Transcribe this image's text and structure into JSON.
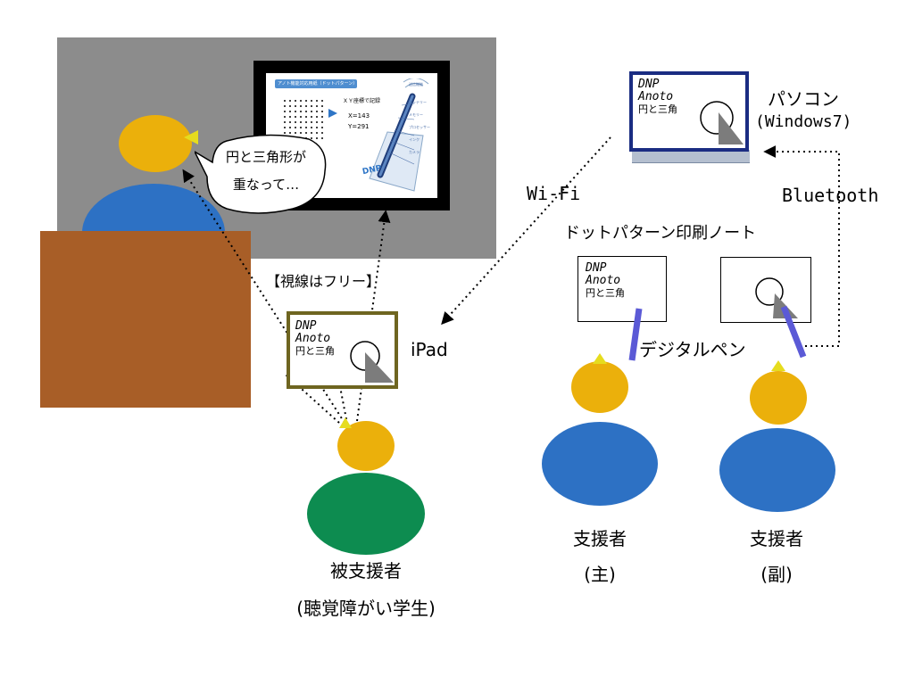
{
  "speech_bubble": {
    "line1": "円と三角形が",
    "line2": "重なって…"
  },
  "gaze_free_label": "【視線はフリー】",
  "ipad": {
    "label": "iPad",
    "note_lines": [
      "DNP",
      "Anoto",
      "円と三角"
    ]
  },
  "pc": {
    "title": "パソコン",
    "os": "(Windows7)",
    "note_lines": [
      "DNP",
      "Anoto",
      "円と三角"
    ]
  },
  "wifi_label": "Wi-Fi",
  "bluetooth_label": "Bluetooth",
  "dot_pattern_label": "ドットパターン印刷ノート",
  "note_main": {
    "lines": [
      "DNP",
      "Anoto",
      "円と三角"
    ]
  },
  "digital_pen_label": "デジタルペン",
  "supporter_main": {
    "name": "支援者",
    "role": "(主)"
  },
  "supporter_sub": {
    "name": "支援者",
    "role": "(副)"
  },
  "student": {
    "name": "被支援者",
    "desc": "(聴覚障がい学生)"
  },
  "slide": {
    "header": "アノト機能対応用紙（ドットパターン）",
    "coord_caption": "ＸＹ座標で記録",
    "x_value": "X=143",
    "y_value": "Y=291",
    "logo": "DNP",
    "pen_parts": [
      "送信機能",
      "バッテリー",
      "メモリー",
      "プロセッサー",
      "インク",
      "カメラ"
    ]
  },
  "colors": {
    "head": "#ebb00b",
    "supporter_body": "#2d71c4",
    "student_body": "#0d8c50",
    "desk": "#a85e27",
    "board": "#8c8c8c",
    "pen": "#5b5ad6",
    "ipad_frame": "#6e6520",
    "pc_frame": "#1a2c82"
  }
}
